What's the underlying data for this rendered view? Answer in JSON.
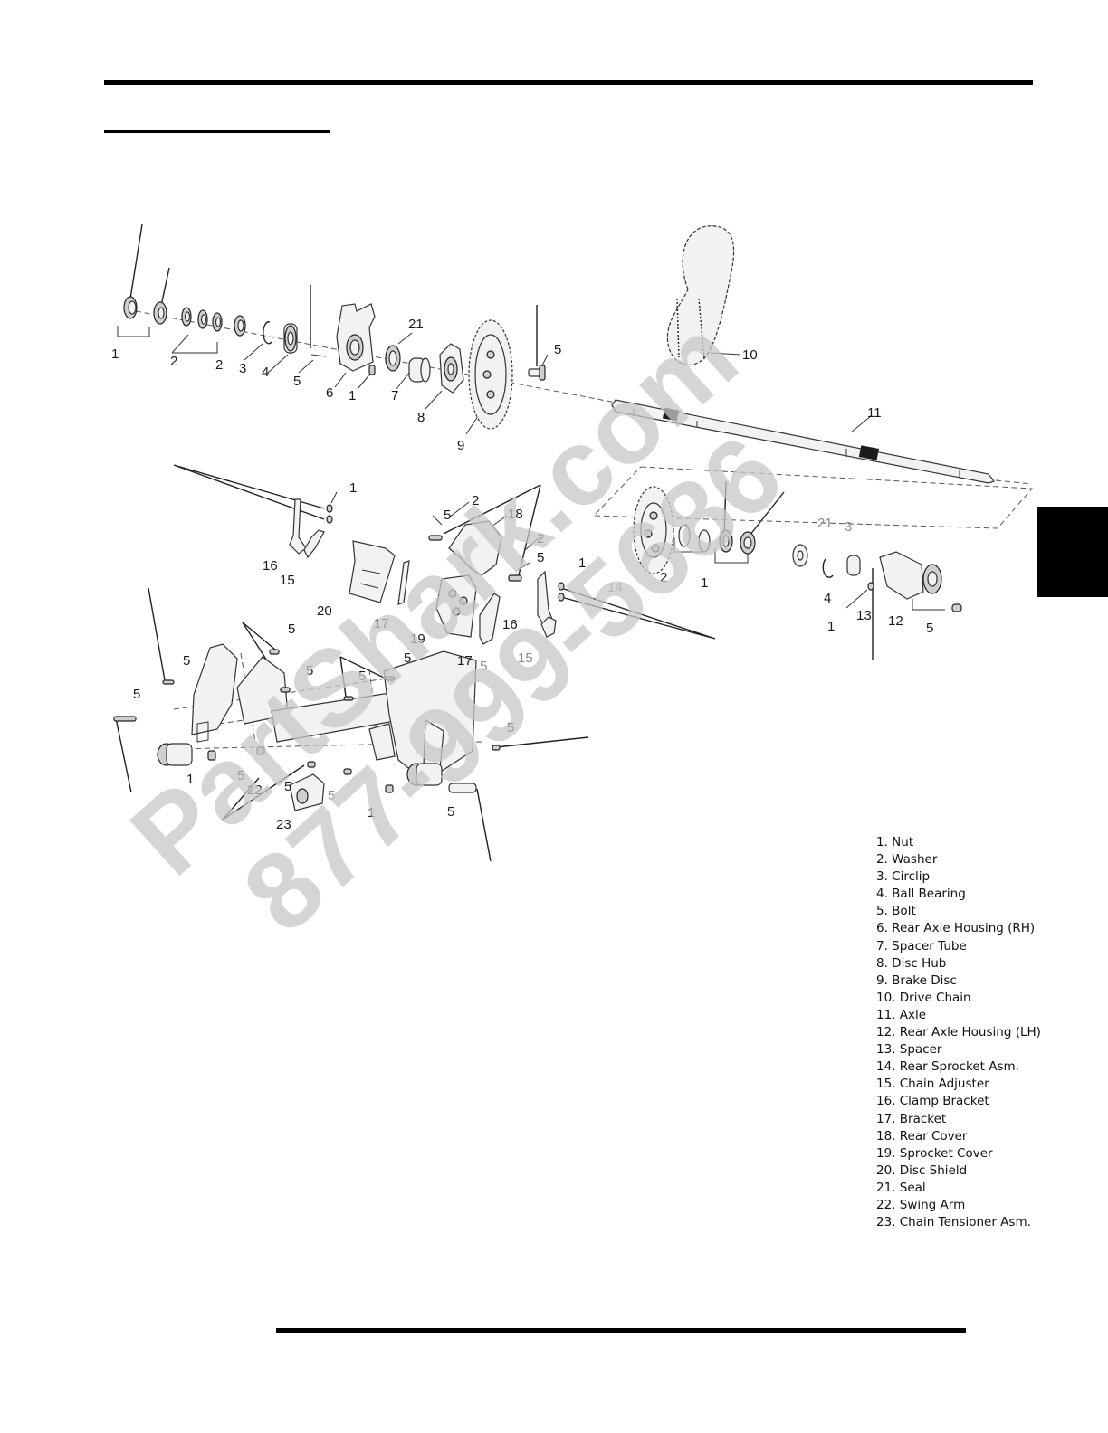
{
  "watermark": {
    "line1": "PartShark.com",
    "line2": "877-999-5686"
  },
  "legend": [
    "1. Nut",
    "2. Washer",
    "3. Circlip",
    "4. Ball Bearing",
    "5. Bolt",
    "6. Rear Axle Housing (RH)",
    "7. Spacer Tube",
    "8. Disc Hub",
    "9. Brake Disc",
    "10. Drive Chain",
    "11. Axle",
    "12. Rear Axle Housing (LH)",
    "13. Spacer",
    "14. Rear Sprocket Asm.",
    "15. Chain Adjuster",
    "16. Clamp Bracket",
    "17. Bracket",
    "18. Rear Cover",
    "19. Sprocket Cover",
    "20. Disc Shield",
    "21. Seal",
    "22. Swing Arm",
    "23. Chain Tensioner Asm."
  ],
  "callouts": {
    "c1a": "1",
    "c2a": "2",
    "c2b": "2",
    "c3a": "3",
    "c4a": "4",
    "c5a": "5",
    "c6": "6",
    "c1b": "1",
    "c7": "7",
    "c8": "8",
    "c9": "9",
    "c21a": "21",
    "c5b": "5",
    "c10": "10",
    "c11": "11",
    "c1c": "1",
    "c16a": "16",
    "c15a": "15",
    "c20": "20",
    "c17a": "17",
    "c19": "19",
    "c2c": "2",
    "c5c": "5",
    "c18": "18",
    "c2d": "2",
    "c5d": "5",
    "c1d": "1",
    "c16b": "16",
    "c17b": "17",
    "c5e": "5",
    "c15b": "15",
    "c14": "14",
    "c2e": "2",
    "c1e": "1",
    "c21b": "21",
    "c3b": "3",
    "c4b": "4",
    "c1f": "1",
    "c13": "13",
    "c12": "12",
    "c5f": "5",
    "c5g": "5",
    "c5h": "5",
    "c5i": "5",
    "c5j": "5",
    "c5k": "5",
    "c5l": "5",
    "c1g": "1",
    "c5m": "5",
    "c22": "22",
    "c5n": "5",
    "c23": "23",
    "c1h": "1",
    "c5o": "5",
    "c5p": "5",
    "c5q": "5"
  }
}
